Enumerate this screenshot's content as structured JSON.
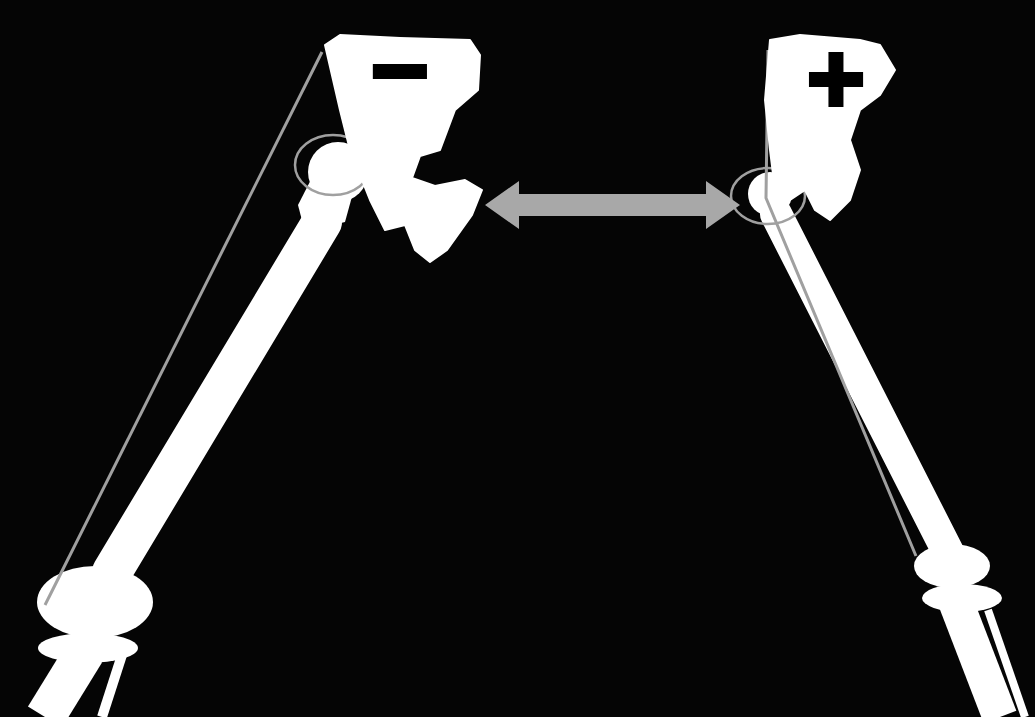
{
  "diagram": {
    "nodes": [
      {
        "text": [
          "−"
        ]
      },
      {
        "text": [
          "+"
        ]
      }
    ],
    "edges": [
      {
        "from": 0,
        "to": 1,
        "arrow": "both"
      }
    ]
  }
}
